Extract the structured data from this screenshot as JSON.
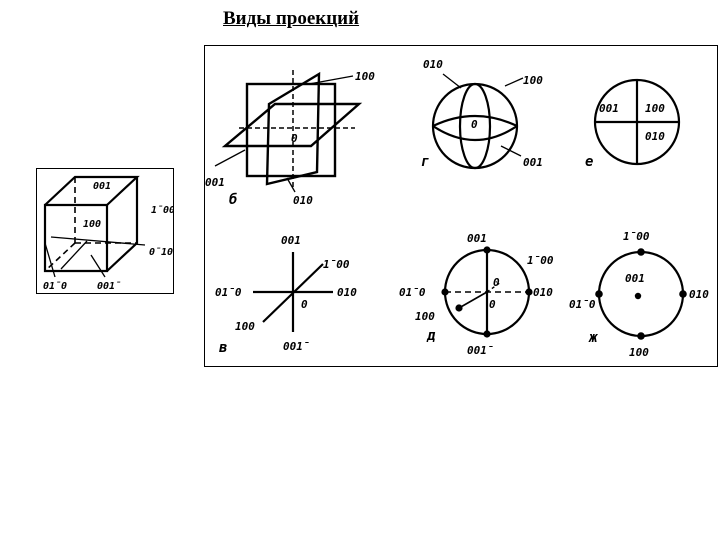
{
  "page": {
    "title": "Виды проекций"
  },
  "cube": {
    "labels": {
      "top": "001",
      "right": "1̄00",
      "front": "100",
      "side": "0̄10",
      "bottom_left": "01̄0",
      "bottom": "001̄"
    }
  },
  "planes": {
    "labels": {
      "top": "100",
      "center": "0",
      "left": "001",
      "bottom": "010",
      "letter": "б"
    }
  },
  "sphere": {
    "labels": {
      "top": "010",
      "right": "100",
      "center": "0",
      "bottom": "001",
      "letter": "г"
    }
  },
  "circle_e": {
    "labels": {
      "left": "001",
      "right": "100",
      "lower_right": "010",
      "letter": "е"
    }
  },
  "axes": {
    "labels": {
      "top": "001",
      "upper_right": "1̄00",
      "left": "01̄0",
      "right": "010",
      "center": "0",
      "lower_left": "100",
      "bottom": "001̄",
      "letter": "в"
    }
  },
  "circle_d": {
    "labels": {
      "top": "001",
      "upper_right": "1̄00",
      "right": "010",
      "left": "01̄0",
      "upper_center": "0",
      "center": "0",
      "lower_left": "100",
      "bottom": "001̄",
      "letter": "д"
    }
  },
  "circle_zh": {
    "labels": {
      "top": "1̄00",
      "center": "001",
      "left": "01̄0",
      "right": "010",
      "bottom": "100",
      "letter": "ж"
    }
  }
}
